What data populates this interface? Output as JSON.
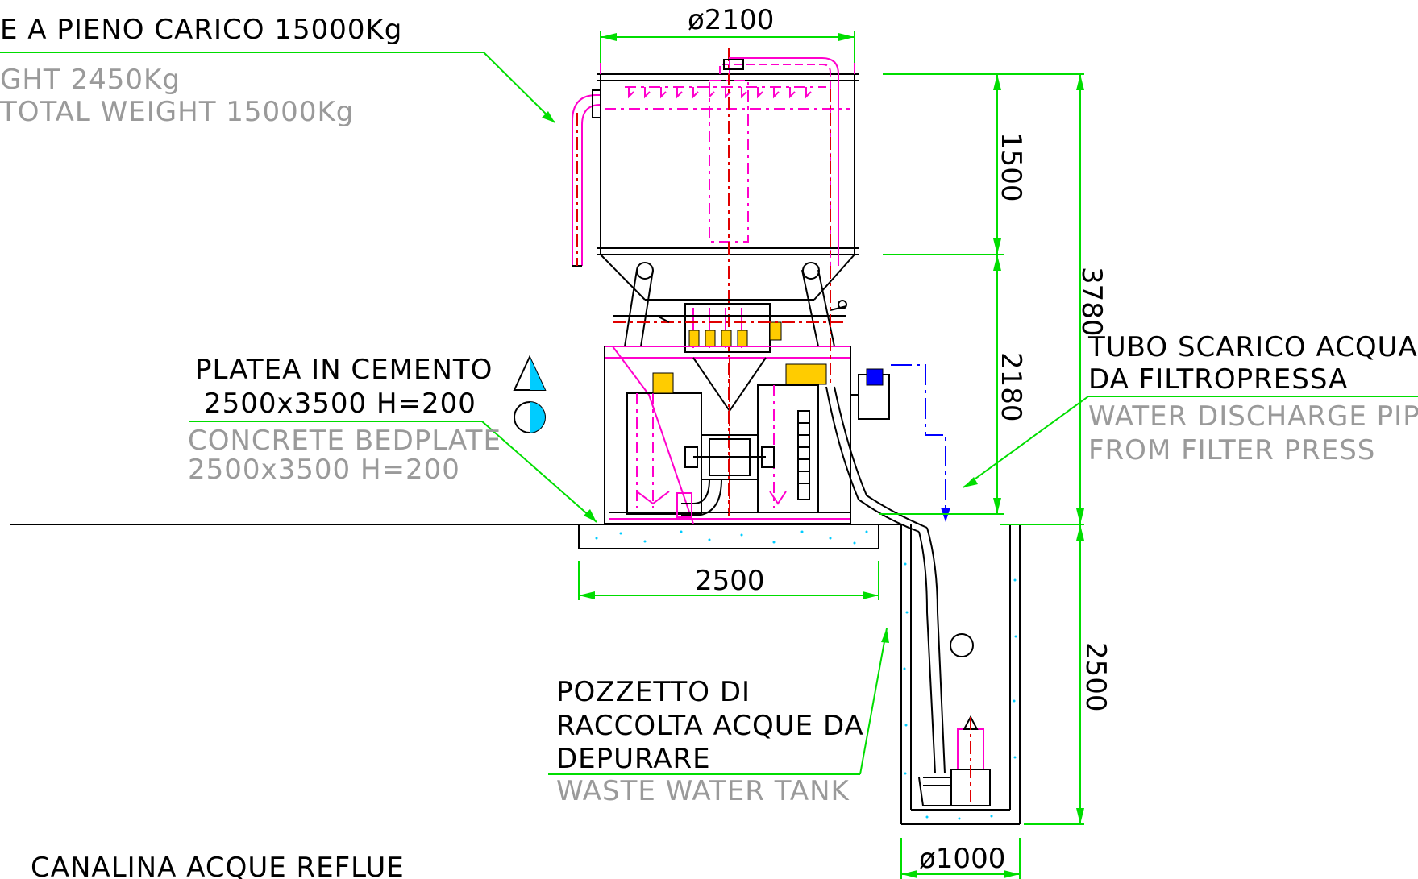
{
  "labels": {
    "full_load_it": "E  A  PIENO  CARICO  15000Kg",
    "empty_weight_en": "GHT  2450Kg",
    "total_weight_en": "TOTAL  WEIGHT  15000Kg",
    "platea_it_1": "PLATEA  IN  CEMENTO",
    "platea_it_2": "2500x3500  H=200",
    "bedplate_en_1": "CONCRETE  BEDPLATE",
    "bedplate_en_2": "2500x3500  H=200",
    "tubo_it_1": "TUBO  SCARICO  ACQUA",
    "tubo_it_2": "DA  FILTROPRESSA",
    "tubo_en_1": "WATER  DISCHARGE  PIPE",
    "tubo_en_2": "FROM  FILTER  PRESS",
    "pozzetto_it_1": "POZZETTO  DI",
    "pozzetto_it_2": "RACCOLTA  ACQUE  DA",
    "pozzetto_it_3": "DEPURARE",
    "pozzetto_en_1": "WASTE  WATER  TANK",
    "canalina": "CANALINA  ACQUE  REFLUE"
  },
  "dimensions": {
    "tank_diameter": "ø2100",
    "upper_height": "1500",
    "lower_height": "2180",
    "total_height": "3780",
    "bedplate_width": "2500",
    "pit_depth": "2500",
    "pit_diameter": "ø1000"
  },
  "colors": {
    "dimension_lines": "#00dd00",
    "outline": "#000000",
    "hidden_lines": "#ff00cc",
    "center_lines": "#e00000",
    "english_text": "#9a9a9a",
    "symbol_fill": "#00ccff",
    "flow_arrow": "#0000ff"
  },
  "symbols": [
    "triangle-level-symbol",
    "half-circle-symbol"
  ]
}
